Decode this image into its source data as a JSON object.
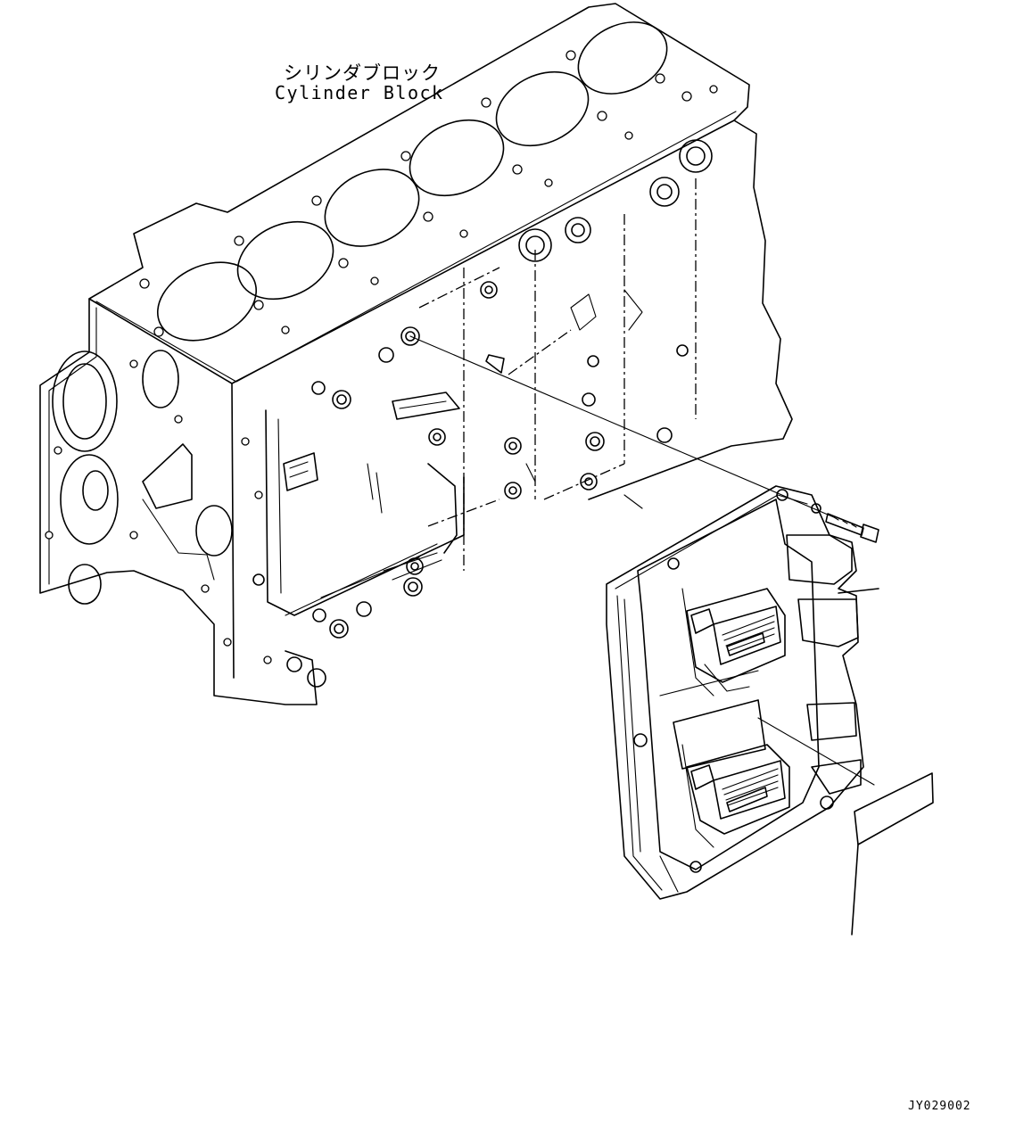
{
  "labels": {
    "component_jp": "シリンダブロック",
    "component_en": "Cylinder Block",
    "drawing_number": "JY029002"
  },
  "parts": [
    {
      "name": "cylinder-block",
      "label_ref": "labels.component_en"
    },
    {
      "name": "engine-controller"
    },
    {
      "name": "mounting-bolt"
    },
    {
      "name": "label-plate"
    }
  ],
  "colors": {
    "line": "#000000",
    "background": "#ffffff"
  }
}
